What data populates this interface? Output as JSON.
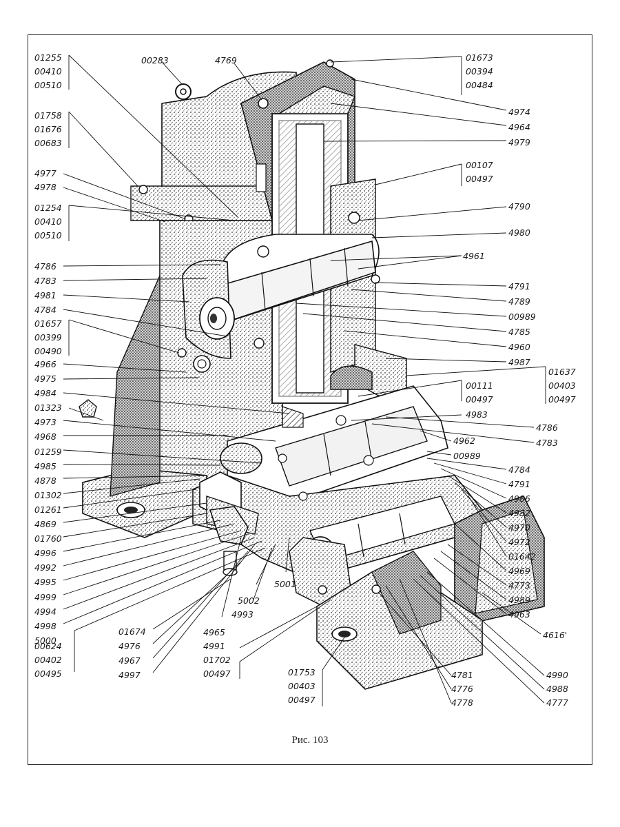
{
  "figure": {
    "caption": "Рис. 103"
  },
  "callouts": {
    "g01255": [
      "01255",
      "00410",
      "00510"
    ],
    "g01258": [
      "01758",
      "01676",
      "00683"
    ],
    "g4977": [
      "4977",
      "4978"
    ],
    "g01254": [
      "01254",
      "00410",
      "00510"
    ],
    "gLeftMid": [
      "4786",
      "4783",
      "4981",
      "4784"
    ],
    "g01657": [
      "01657",
      "00399",
      "00490"
    ],
    "gLeftLow": [
      "4966",
      "4975",
      "4984",
      "01323",
      "4973",
      "4968",
      "01259",
      "4985",
      "4878",
      "01302",
      "01261",
      "4869",
      "01760",
      "4996",
      "4992",
      "4995",
      "4999",
      "4994",
      "4998",
      "5000"
    ],
    "g00624": [
      "00624",
      "00402",
      "00495"
    ],
    "t00283": "00283",
    "t4769": "4769",
    "g01673": [
      "01673",
      "00394",
      "00484"
    ],
    "gRightTop": [
      "4974",
      "4964",
      "4979"
    ],
    "g00107": [
      "00107",
      "00497"
    ],
    "gRightMid": [
      "4790",
      "4980",
      "4961",
      "4791",
      "4789",
      "00989",
      "4785",
      "4960",
      "4987"
    ],
    "g01637": [
      "01637",
      "00403",
      "00497"
    ],
    "g00111": [
      "00111",
      "00497"
    ],
    "t4983": "4983",
    "gRight2": [
      "4786",
      "4783"
    ],
    "t4962": "4962",
    "t00989b": "00989",
    "gRightLow": [
      "4784",
      "4791",
      "4986",
      "4982",
      "4970",
      "4972",
      "01642",
      "4969",
      "4773",
      "4989",
      "4963"
    ],
    "t4616": "4616'",
    "gBottomRight": [
      "4990",
      "4988",
      "4777"
    ],
    "gBottomMid": [
      "4781",
      "4776",
      "4778"
    ],
    "g01753": [
      "01753",
      "00403",
      "00497"
    ],
    "g4991": [
      "4965",
      "4991",
      "01702",
      "00497"
    ],
    "gBottomLeft": [
      "01674",
      "4976",
      "4967",
      "4997"
    ],
    "t5002": "5002",
    "t4993": "4993",
    "t5001": "5001"
  }
}
